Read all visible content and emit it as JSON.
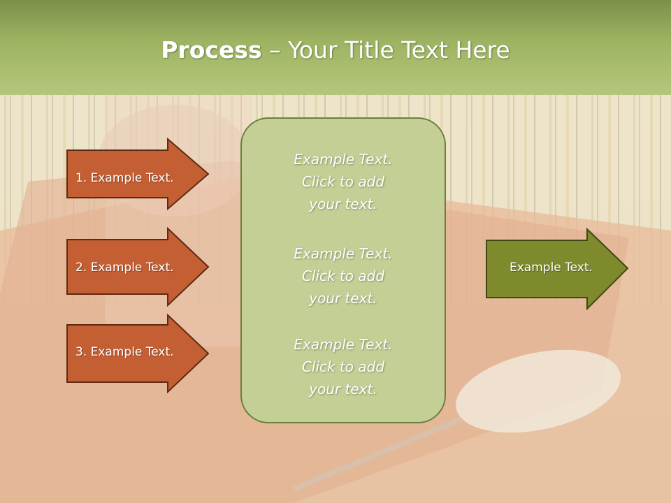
{
  "title": {
    "bold": "Process",
    "rest": " – Your Title Text Here"
  },
  "left_arrows": [
    {
      "label": "1. Example Text."
    },
    {
      "label": "2. Example Text."
    },
    {
      "label": "3. Example Text."
    }
  ],
  "center_panel": {
    "blocks": [
      {
        "line1": "Example Text.",
        "line2": "Click  to add",
        "line3": "your text."
      },
      {
        "line1": "Example Text.",
        "line2": "Click  to add",
        "line3": "your text."
      },
      {
        "line1": "Example Text.",
        "line2": "Click  to add",
        "line3": "your text."
      }
    ]
  },
  "right_arrow": {
    "label": "Example Text."
  },
  "colors": {
    "header": "#9fb463",
    "left_arrow_fill": "#c45f34",
    "left_arrow_border": "#5e2a12",
    "right_arrow_fill": "#7f8a2c",
    "right_arrow_border": "#3f4714",
    "panel_fill": "#c3cf95",
    "panel_border": "#6b7f3a"
  }
}
